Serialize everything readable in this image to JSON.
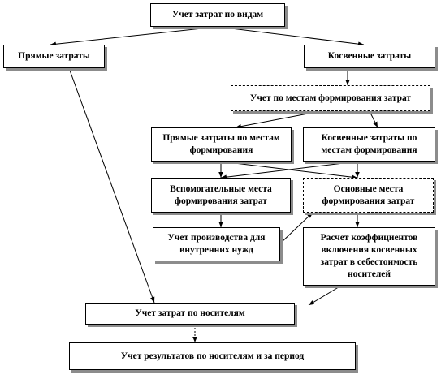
{
  "nodes": {
    "by_type": "Учет затрат по видам",
    "direct": "Прямые затраты",
    "indirect": "Косвенные затраты",
    "by_place": "Учет по местам формирования затрат",
    "direct_place": "Прямые затраты по местам формирования",
    "indirect_place": "Косвенные затраты по местам формирования",
    "auxiliary": "Вспомогательные места формирования затрат",
    "main": "Основные места формирования затрат",
    "internal": "Учет производства для внутренних нужд",
    "coefficients": "Расчет коэффициентов включения косвенных затрат в себестоимость носителей",
    "by_carrier": "Учет затрат по носителям",
    "results": "Учет результатов по носителям и за период"
  }
}
